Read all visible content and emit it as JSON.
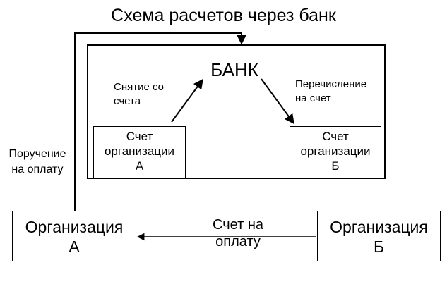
{
  "title": "Схема расчетов через банк",
  "bank": {
    "label": "БАНК"
  },
  "labels": {
    "withdrawal": [
      "Снятие со",
      "счета"
    ],
    "transfer": [
      "Перечисление",
      "на счет"
    ],
    "payment_order": [
      "Поручение",
      "на оплату"
    ],
    "invoice": [
      "Счет на",
      "оплату"
    ]
  },
  "accounts": {
    "a": [
      "Счет",
      "организации",
      "А"
    ],
    "b": [
      "Счет",
      "организации",
      "Б"
    ]
  },
  "organizations": {
    "a": [
      "Организация",
      "А"
    ],
    "b": [
      "Организация",
      "Б"
    ]
  }
}
